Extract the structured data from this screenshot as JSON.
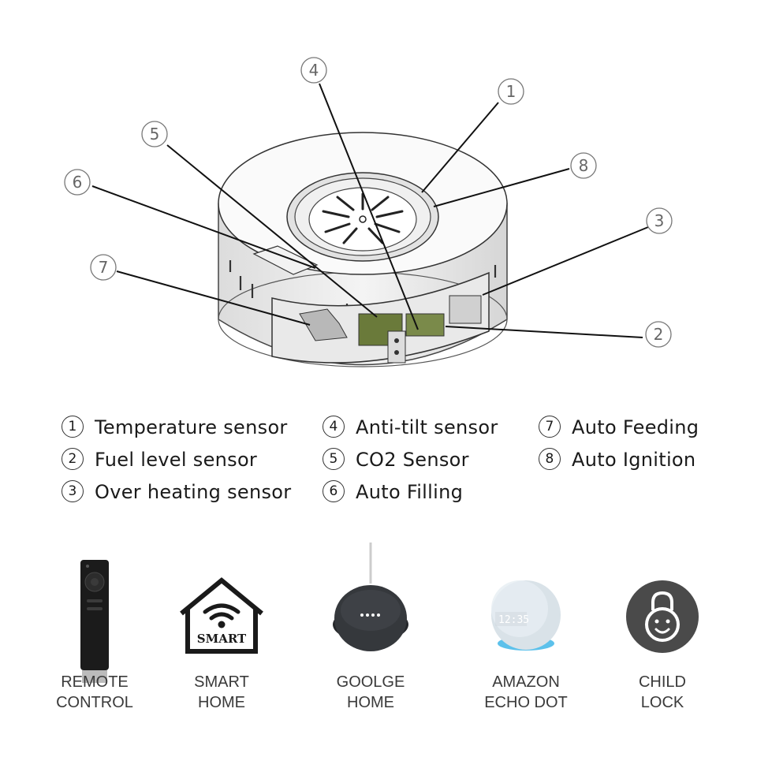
{
  "callouts": [
    {
      "number": "1"
    },
    {
      "number": "2"
    },
    {
      "number": "3"
    },
    {
      "number": "4"
    },
    {
      "number": "5"
    },
    {
      "number": "6"
    },
    {
      "number": "7"
    },
    {
      "number": "8"
    }
  ],
  "legend": [
    {
      "number": "1",
      "label": "Temperature sensor"
    },
    {
      "number": "2",
      "label": "Fuel level sensor"
    },
    {
      "number": "3",
      "label": "Over heating sensor"
    },
    {
      "number": "4",
      "label": "Anti-tilt sensor"
    },
    {
      "number": "5",
      "label": "CO2 Sensor"
    },
    {
      "number": "6",
      "label": "Auto Filling"
    },
    {
      "number": "7",
      "label": "Auto Feeding"
    },
    {
      "number": "8",
      "label": "Auto Ignition"
    }
  ],
  "features": [
    {
      "icon": "remote-control-icon",
      "line1": "REMOTE",
      "line2": "CONTROL"
    },
    {
      "icon": "smart-home-icon",
      "line1": "SMART",
      "line2": "HOME",
      "badge": "SMART"
    },
    {
      "icon": "google-home-icon",
      "line1": "GOOLGE",
      "line2": "HOME"
    },
    {
      "icon": "amazon-echo-dot-icon",
      "line1": "AMAZON",
      "line2": "ECHO DOT",
      "clock": "12:35"
    },
    {
      "icon": "child-lock-icon",
      "line1": "CHILD",
      "line2": "LOCK"
    }
  ],
  "colors": {
    "line": "#111111",
    "callout": "#777777",
    "smart_home_dark": "#1a1a1a",
    "google_home": "#2f3134",
    "echo_blue": "#3fb6e8",
    "child_lock_bg": "#4a4a4a"
  }
}
